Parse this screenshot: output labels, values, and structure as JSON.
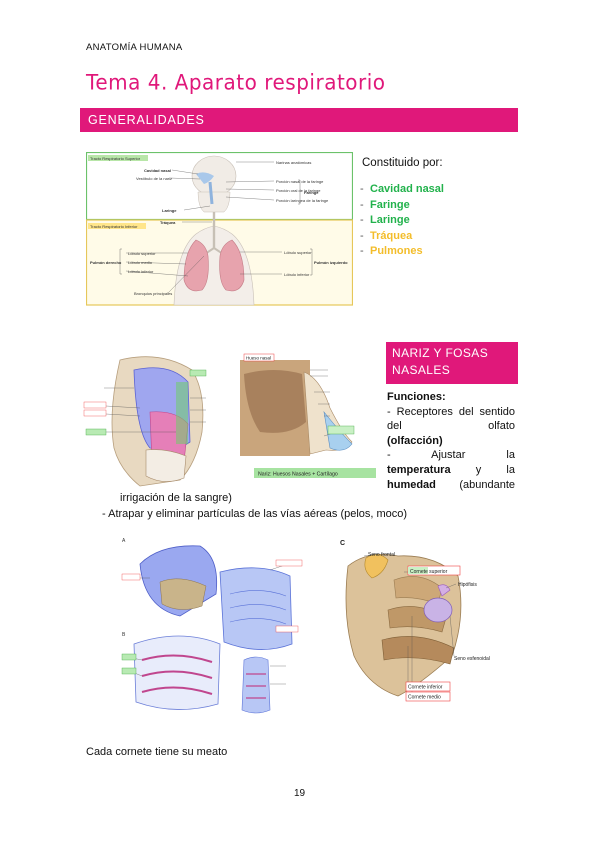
{
  "header": {
    "course": "ANATOMÍA HUMANA"
  },
  "chapter": {
    "title": "Tema 4. Aparato respiratorio"
  },
  "section": {
    "title": "GENERALIDADES"
  },
  "intro": {
    "label": "Constituido por:"
  },
  "organs": [
    {
      "label": "Cavidad nasal",
      "color": "#22b24c"
    },
    {
      "label": "Faringe",
      "color": "#22b24c"
    },
    {
      "label": "Laringe",
      "color": "#22b24c"
    },
    {
      "label": "Tráquea",
      "color": "#f3bd2b"
    },
    {
      "label": "Pulmones",
      "color": "#f3bd2b"
    }
  ],
  "figure1": {
    "upper_tag": "Tracto Respiratorio Superior",
    "lower_tag": "Tracto Respiratorio Inferior",
    "labels": {
      "cavidad": "Cavidad nasal",
      "vestibulo": "Vestíbulo de la nariz",
      "narinas": "Narinas anatómicas",
      "nasal": "Porción nasal de la faringe",
      "oral": "Porción oral de la faringe",
      "laringea": "Porción laríngea de la faringe",
      "faringe": "Faringe",
      "laringe": "Laringe",
      "traquea": "Tráquea",
      "lsup": "Lóbulo superior",
      "lmed": "Lóbulo medio",
      "linf": "Lóbulo inferior",
      "pder": "Pulmón derecho",
      "lsup2": "Lóbulo superior",
      "linf2": "Lóbulo inferior",
      "pizq": "Pulmón izquierdo",
      "bronquios": "Bronquios principales"
    }
  },
  "nariz": {
    "title": "NARIZ Y FOSAS NASALES",
    "funciones": "Funciones:",
    "f1": "- Receptores del sentido del olfato",
    "f1b": "(olfacción)",
    "f2a": "- Ajustar la",
    "f2b_bold": "temperatura",
    "f2b_rest": " y la",
    "f2c_bold": "humedad",
    "f2c_rest": " (abundante",
    "cont": "irrigación de la sangre)",
    "f3": "-   Atrapar y eliminar partículas de las vías aéreas (pelos, moco)"
  },
  "figure3": {
    "caption": "Nariz: Huesos Nasales + Cartílago",
    "top_label": "Hueso nasal"
  },
  "figure5": {
    "panel": "C",
    "seno_frontal": "Seno frontal",
    "cornete_sup": "Cornete superior",
    "hipofisis": "Hipófisis",
    "seno_esf": "Seno esfenoidal",
    "cornete_inf": "Cornete inferior",
    "cornete_med": "Cornete medio"
  },
  "bottom": {
    "text": "Cada cornete tiene su meato"
  },
  "page": {
    "number": "19"
  }
}
